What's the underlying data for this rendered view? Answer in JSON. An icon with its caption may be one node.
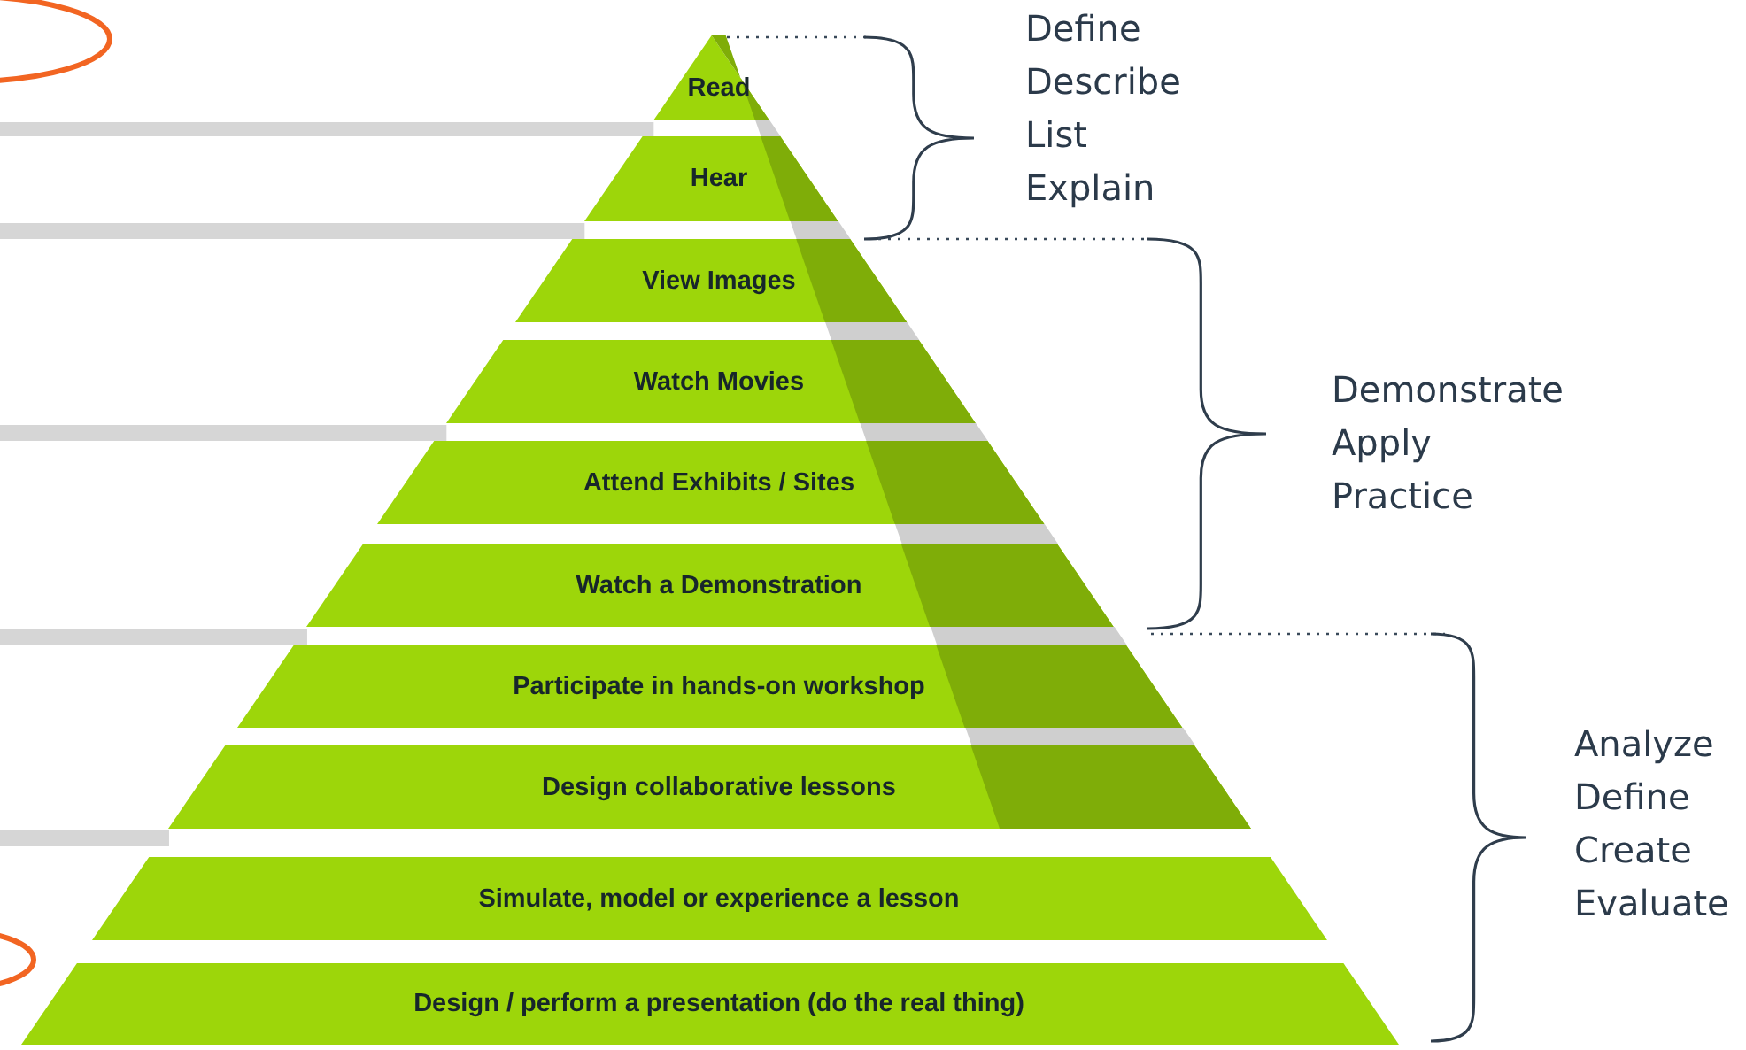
{
  "diagram": {
    "nodes": [
      {
        "text": [
          "Read"
        ]
      },
      {
        "text": [
          "Hear"
        ]
      },
      {
        "text": [
          "View Images"
        ]
      },
      {
        "text": [
          "Watch Movies"
        ]
      },
      {
        "text": [
          "Attend Exhibits / Sites"
        ]
      },
      {
        "text": [
          "Watch a Demonstration"
        ]
      },
      {
        "text": [
          "Participate in hands-on workshop"
        ]
      },
      {
        "text": [
          "Design collaborative lessons"
        ]
      },
      {
        "text": [
          "Simulate, model or experience a lesson"
        ]
      },
      {
        "text": [
          "Design / perform a presentation (do the real thing)"
        ]
      }
    ],
    "labels": [
      "Define",
      "Describe",
      "List",
      "Explain",
      "Demonstrate",
      "Apply",
      "Practice",
      "Analyze",
      "Define",
      "Create",
      "Evaluate"
    ]
  }
}
